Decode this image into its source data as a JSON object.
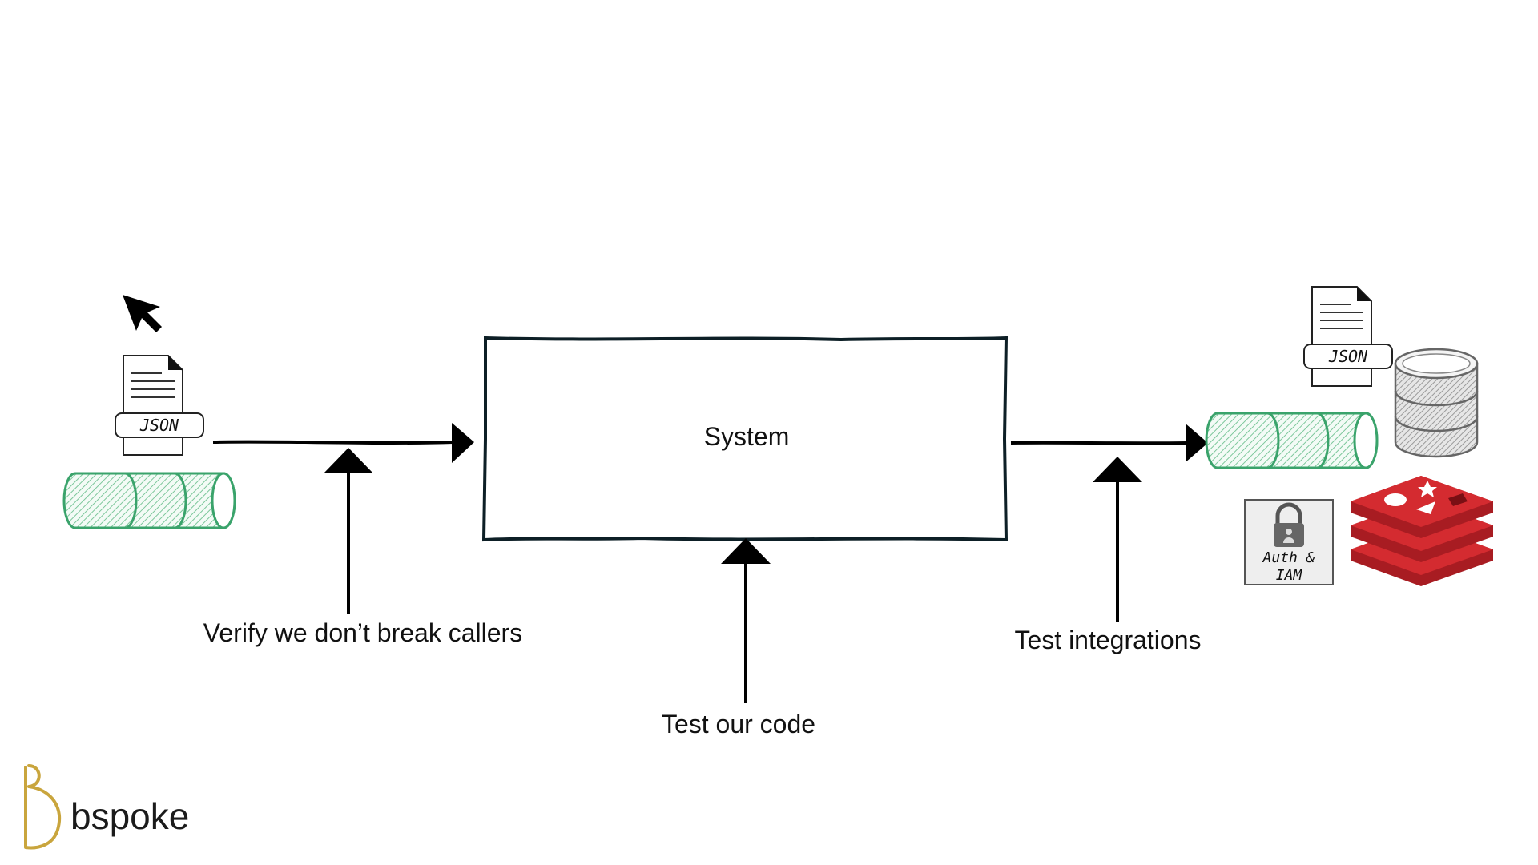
{
  "diagram": {
    "system_label": "System",
    "left_caption": "Verify we don’t break callers",
    "center_caption": "Test our code",
    "right_caption": "Test integrations",
    "json_tag_left": "JSON",
    "json_tag_right": "JSON",
    "auth_label_line1": "Auth &",
    "auth_label_line2": "IAM"
  },
  "brand": {
    "logo_text": "bspoke",
    "logo_color": "#c9a53d"
  },
  "colors": {
    "queue_green": "#3aa36b",
    "redis_red": "#c8232b",
    "stroke": "#0d1f26"
  }
}
